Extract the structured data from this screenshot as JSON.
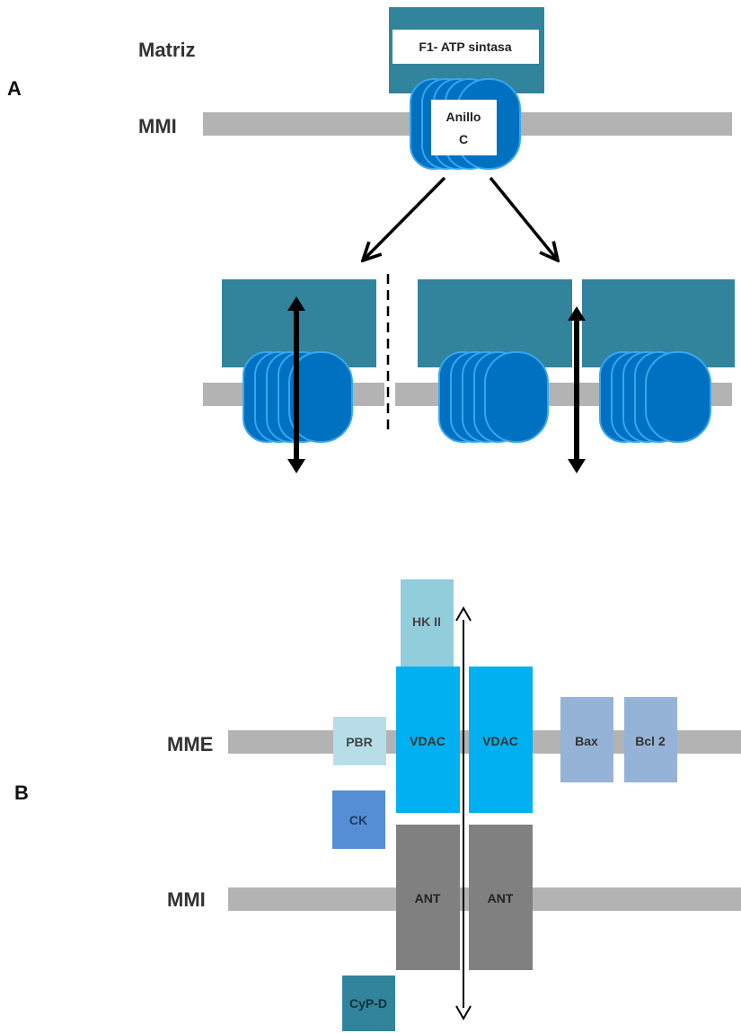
{
  "panel_a": {
    "label": "A",
    "matrix_label": "Matriz",
    "membrane_label": "MMI",
    "f1_label": "F1- ATP sintasa",
    "ring_label_line1": "Anillo",
    "ring_label_line2": "C"
  },
  "panel_b": {
    "label": "B",
    "outer_membrane_label": "MME",
    "inner_membrane_label": "MMI",
    "proteins": {
      "hk2": "HK II",
      "pbr": "PBR",
      "vdac1": "VDAC",
      "vdac2": "VDAC",
      "bax": "Bax",
      "bcl2": "Bcl 2",
      "ck": "CK",
      "ant1": "ANT",
      "ant2": "ANT",
      "cypd": "CyP-D"
    }
  },
  "colors": {
    "membrane": "#b3b3b3",
    "f1_teal": "#31849b",
    "ring_blue": "#0070c0",
    "ring_edge": "#35a7f0",
    "vdac": "#00b0f0",
    "ant": "#808080",
    "hk2": "#92cddc",
    "pbr": "#b7dee8",
    "bax_bcl2": "#95b3d7",
    "ck": "#558ed5",
    "cypd": "#31849b"
  }
}
